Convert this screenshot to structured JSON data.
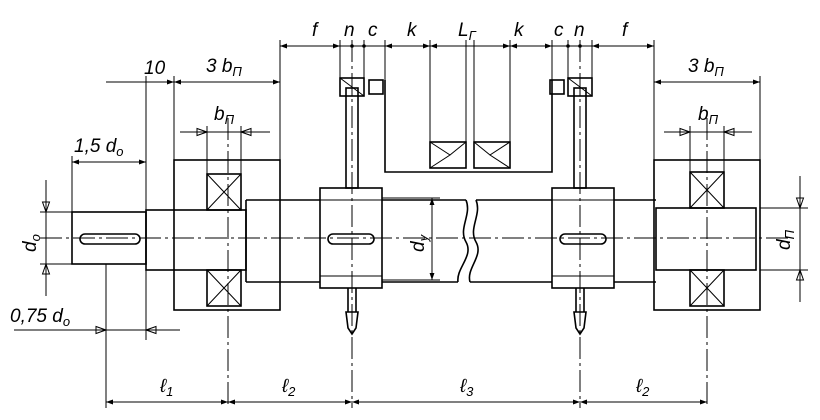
{
  "dimensions": {
    "f_left": "f",
    "n_left": "n",
    "c_left": "c",
    "k_left": "k",
    "lg": "L",
    "lg_sub": "Г",
    "k_right": "k",
    "c_right": "c",
    "n_right": "n",
    "f_right": "f",
    "ten": "10",
    "three_bp_left": "3 b",
    "three_bp_left_sub": "П",
    "three_bp_right": "3 b",
    "three_bp_right_sub": "П",
    "bp_left": "b",
    "bp_left_sub": "П",
    "bp_right": "b",
    "bp_right_sub": "П",
    "one_five_d0": "1,5 d",
    "one_five_d0_sub": "o",
    "d0": "d",
    "d0_sub": "o",
    "dy": "d",
    "dy_sub": "y",
    "dp": "d",
    "dp_sub": "П",
    "zero_seven_five_d0": "0,75 d",
    "zero_seven_five_d0_sub": "o",
    "l1": "ℓ",
    "l1_sub": "1",
    "l2_left": "ℓ",
    "l2_left_sub": "2",
    "l3": "ℓ",
    "l3_sub": "3",
    "l2_right": "ℓ",
    "l2_right_sub": "2"
  },
  "colors": {
    "line": "#000000",
    "background": "#ffffff"
  }
}
